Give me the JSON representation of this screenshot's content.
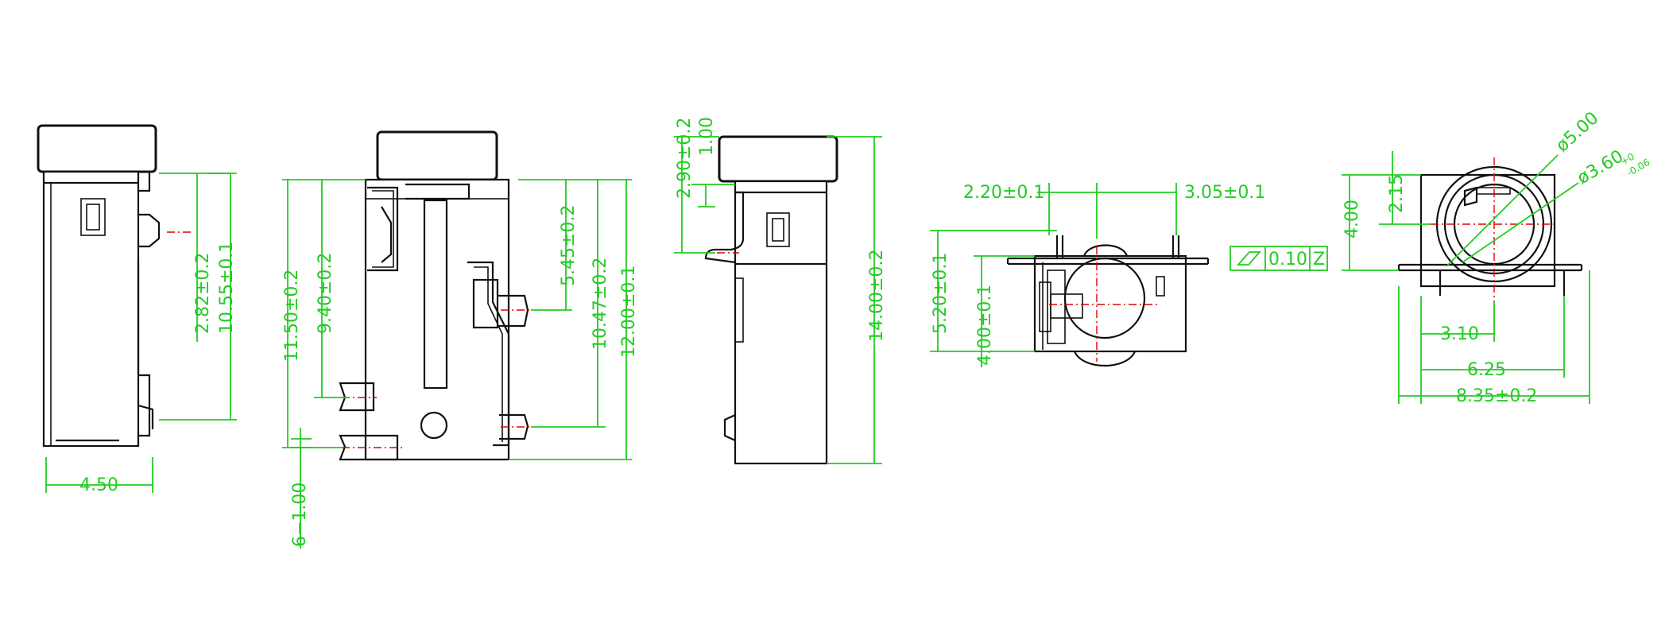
{
  "view1": {
    "width": "4.50",
    "height_a": "2.82±0.2",
    "height_b": "10.55±0.1"
  },
  "view2": {
    "h_total": "11.50±0.2",
    "h_mid": "9.40±0.2",
    "pitch": "6−1.00",
    "r_top": "5.45±0.2",
    "r_mid": "10.47±0.2",
    "r_total": "12.00±0.1"
  },
  "view3": {
    "top_a": "2.90±0.2",
    "top_b": "1.00",
    "height": "14.00±0.2"
  },
  "view4": {
    "w_left": "2.20±0.1",
    "w_right": "3.05±0.1",
    "h_a": "5.20±0.1",
    "h_b": "4.00±0.1"
  },
  "tolerance_frame": {
    "value": "0.10",
    "datum": "Z"
  },
  "view5": {
    "dia_outer": "ø5.00",
    "dia_inner": "ø3.60",
    "dia_inner_tol_plus": "+0",
    "dia_inner_tol_minus": "-0.06",
    "h_total": "4.00",
    "h_top": "2.15",
    "w_a": "3.10",
    "w_b": "6.25",
    "w_total": "8.35±0.2"
  }
}
